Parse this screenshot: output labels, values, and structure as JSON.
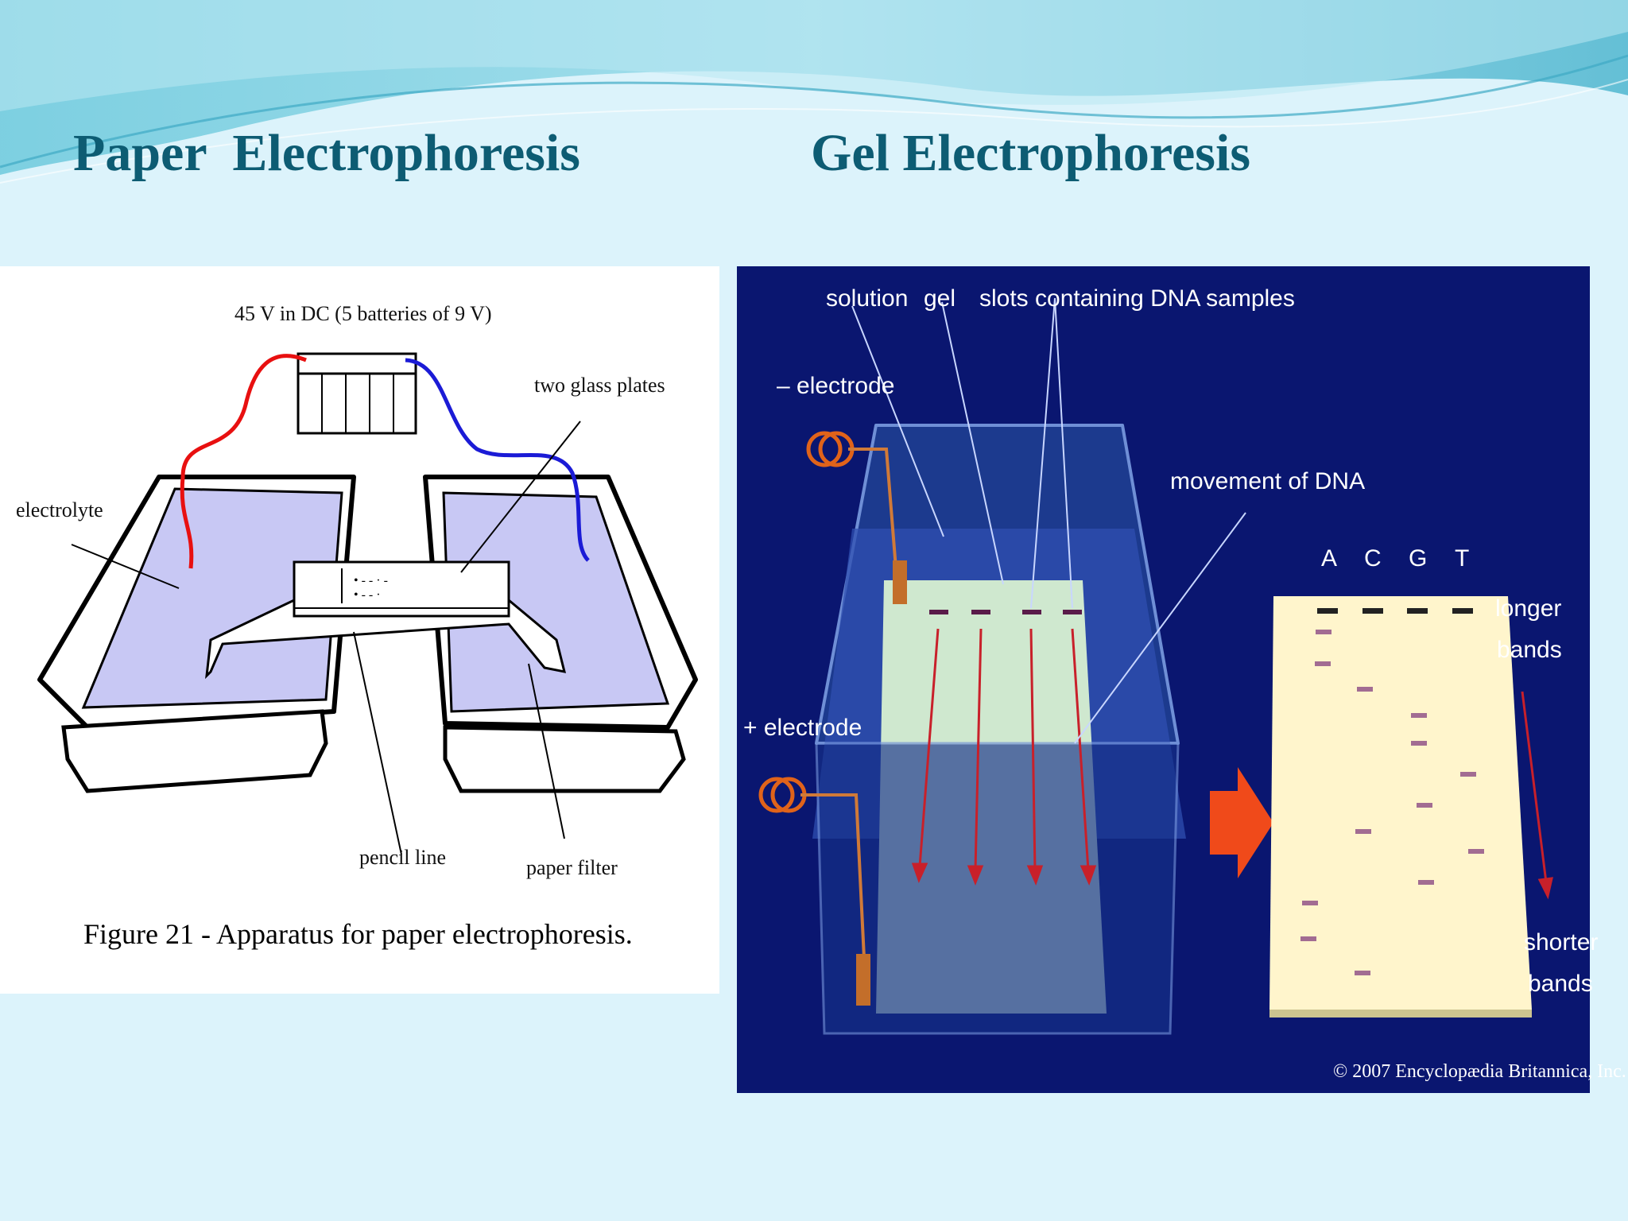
{
  "slide": {
    "titles": {
      "left": "Paper  Electrophoresis",
      "right": "Gel Electrophoresis"
    },
    "colors": {
      "background": "#dcf3fb",
      "title": "#0d5c73",
      "gel_panel": "#0a1670"
    }
  },
  "paper_diagram": {
    "labels": {
      "power": "45 V in DC (5 batteries of 9 V)",
      "glass_plates": "two glass plates",
      "electrolyte": "electrolyte",
      "pencil_line": "pencil line",
      "paper_filter": "paper filter"
    },
    "caption": "Figure 21 - Apparatus for paper electrophoresis."
  },
  "gel_diagram": {
    "labels": {
      "solution": "solution",
      "gel": "gel",
      "slots": "slots containing DNA samples",
      "neg_electrode": "– electrode",
      "pos_electrode": "+ electrode",
      "movement": "movement of DNA",
      "longer_bands_1": "longer",
      "longer_bands_2": "bands",
      "shorter_bands_1": "shorter",
      "shorter_bands_2": "bands"
    },
    "lanes": [
      "A",
      "C",
      "G",
      "T"
    ],
    "copyright": "© 2007 Encyclopædia Britannica, Inc."
  }
}
